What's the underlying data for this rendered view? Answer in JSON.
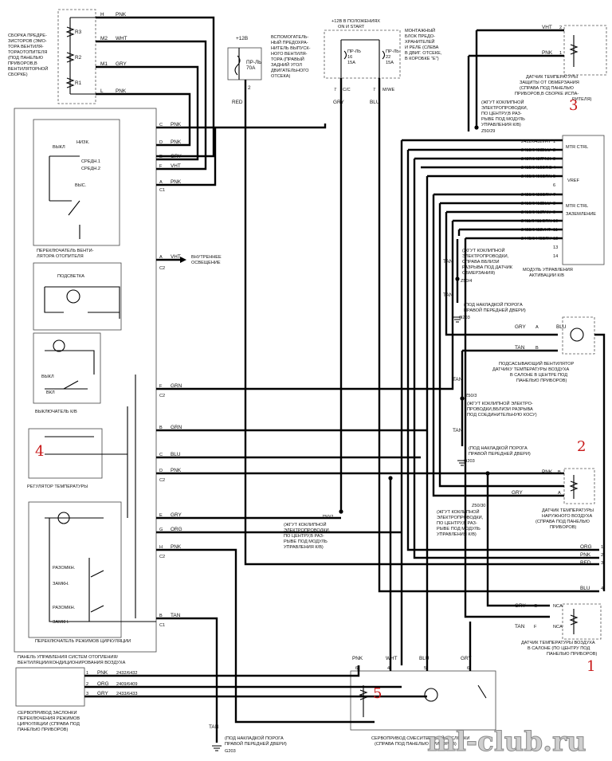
{
  "colors": {
    "wire": "#000000",
    "marker": "#c81818",
    "watermark": "#cfcfcf"
  },
  "markers": [
    "1",
    "2",
    "3",
    "4",
    "5"
  ],
  "watermark": "ml-club.ru",
  "resistor_pack": {
    "caption": [
      "СБОРКА ПРЕДРЕ-",
      "ЗИСТОРОВ (ЭМО-",
      "ТОРА ВЕНТИЛЯ-",
      "ТОРАОТОПИТЕЛЯ",
      "(ПОД ПАНЕЛЬЮ",
      "ПРИБОРОВ,В",
      "ВЕНТИЛЯТОРНОЙ",
      "СБОРКЕ)"
    ],
    "resistors": [
      "R3",
      "R2",
      "R1"
    ],
    "pins": [
      "H",
      "M2",
      "M1",
      "L"
    ],
    "wires": [
      "PNK",
      "WHT",
      "GRY",
      "PNK"
    ]
  },
  "aux_fuse": {
    "supply": "+12В",
    "fuse": [
      "ПР-ЛЬ",
      "70А"
    ],
    "caption": [
      "ВСПОМОГАТЕЛЬ-",
      "НЫЙ ПРЕДОХРА-",
      "НИТЕЛЬ ВЫПУСК-",
      "НОГО ВЕНТИЛЯ-",
      "ТОРА (ПРАВЫЙ",
      "ЗАДНИЙ УГОЛ",
      "ДВИГАТЕЛЬНОГО",
      "ОТСЕКА)"
    ],
    "pin": "2",
    "wire": "RED"
  },
  "fuse_box": {
    "title": [
      "+12В В ПОЛОЖЕНИЯХ",
      "ON И START"
    ],
    "fuse_a": [
      "ПР-ЛЬ",
      "16",
      "15А"
    ],
    "fuse_b": [
      "ПР-ЛЬ",
      "22",
      "15А"
    ],
    "caption": [
      "МОНТАЖНЫЙ",
      "БЛОК ПРЕДО-",
      "ХРАНИТЕЛЕЙ",
      "И РЕЛЕ (СЛЕВА",
      "В ДВИГ. ОТСЕКЕ,",
      "В КОРОБКЕ \"Е\")"
    ],
    "pins": [
      "7",
      "C/C",
      "7",
      "M/WE"
    ],
    "wires": [
      "GRY",
      "BLU"
    ]
  },
  "sensor_3": {
    "pins": [
      "2",
      "1"
    ],
    "wires": [
      "VHT",
      "PNK"
    ],
    "caption": [
      "ДАТЧИК ТЕМПЕРАТУРЫ",
      "ЗАЩИТЫ ОТ ОБМЕРЗАНИЯ",
      "(СПРАВА ПОД ПАНЕЛЬЮ",
      "ПРИБОРОВ,В СБОРКЕ ИСПА-",
      "РИТЕЛЯ)"
    ]
  },
  "harness_note_top": {
    "text": [
      "(ЖГУТ КОКЛИПНОЙ",
      "ЭЛЕКТРОПРОВОДКИ,",
      "ПО ЦЕНТРУ,В РАЗ-",
      "РЫВЕ ПОД МОДУЛЬ",
      "УПРАВЛЕНИЯ К/В)"
    ],
    "splice": "Z50/29"
  },
  "module": {
    "labels": [
      "MTR CTRL",
      "VREF",
      "MTR CTRL",
      "ЗАЗЕМЛЕНИЕ"
    ],
    "rows": [
      {
        "circuit": "2412/6432",
        "color": "VHT",
        "pin": "1"
      },
      {
        "circuit": "2413/6433",
        "color": "BLU",
        "pin": "2"
      },
      {
        "circuit": "2437/6437",
        "color": "PNK",
        "pin": "3"
      },
      {
        "circuit": "2415/6415",
        "color": "ORG",
        "pin": "4"
      },
      {
        "circuit": "2405/6406",
        "color": "GRN",
        "pin": "5"
      },
      {
        "circuit": "",
        "color": "",
        "pin": "6"
      },
      {
        "circuit": "2420/6420",
        "color": "GRY",
        "pin": "7"
      },
      {
        "circuit": "2419/6413",
        "color": "BLU",
        "pin": "8"
      },
      {
        "circuit": "2410/6418",
        "color": "TAN",
        "pin": "9"
      },
      {
        "circuit": "2411/6411",
        "color": "GRN",
        "pin": "10"
      },
      {
        "circuit": "2422/6422",
        "color": "VHT",
        "pin": "11"
      },
      {
        "circuit": "2445/6445",
        "color": "GRY",
        "pin": "12"
      },
      {
        "circuit": "",
        "color": "",
        "pin": "13"
      },
      {
        "circuit": "",
        "color": "",
        "pin": "14"
      }
    ],
    "caption": [
      "МОДУЛЬ УПРАВЛЕНИЯ",
      "АКТИВАЦИИ К/В"
    ]
  },
  "ground_note_1": {
    "wire": "TAN",
    "text": [
      "(ЖГУТ КОКЛИПНОЙ",
      "ЭЛЕКТРОПРОВОДКИ,",
      "СПРАВА ВБЛИЗИ",
      "РАЗРЫВА ПОД ДАТЧИК",
      "ОБМЕРЗАНИЯ)"
    ],
    "splice": "Z50/4",
    "ground_text": [
      "(ПОД НАКЛАДКОЙ ПОРОГА",
      "ПРАВОЙ ПЕРЕДНЕЙ ДВЕРИ)"
    ],
    "ground": "G203"
  },
  "aspirator": {
    "wires": [
      "GRY",
      "TAN"
    ],
    "pins": [
      "A",
      "B"
    ],
    "wire_right": "BLU",
    "caption": [
      "ПОДСАСЫВАЮЩИЙ ВЕНТИЛЯТОР",
      "ДАТЧИКУ ТЕМПЕРАТУРЫ ВОЗДУХА",
      "В САЛОНЕ В ЦЕНТРЕ ПОД",
      "ПАНЕЛЬЮ ПРИБОРОВ)"
    ]
  },
  "ground_note_2": {
    "wire": "TAN",
    "splice": "Z50/3",
    "text": [
      "(ЖГУТ КОКЛИПНОЙ ЭЛЕКТРО-",
      "ПРОВОДКИ,ВБЛИЗИ РАЗРЫВА",
      "ПОД СОЕДИНИТЕЛЬНУЮ КОСУ)"
    ],
    "ground_text": [
      "(ПОД НАКЛАДКОЙ ПОРОГА",
      "ПРАВОЙ ПЕРЕДНЕЙ ДВЕРИ)"
    ],
    "ground": "G203"
  },
  "outside_sensor": {
    "wires": [
      "PNK",
      "GRY"
    ],
    "pins": [
      "B",
      "A"
    ],
    "caption": [
      "ДАТЧИК ТЕМПЕРАТУРЫ",
      "НАРУЖНОГО ВОЗДУХА",
      "(СПРАВА ПОД ПАНЕЛЬЮ",
      "ПРИБОРОВ)"
    ]
  },
  "harness_note_right": {
    "splice": "Z50/30",
    "text": [
      "(ЖГУТ КОКЛИПНОЙ",
      "ЭЛЕКТРОПРОВОДКИ,",
      "ПО ЦЕНТРУ,В РАЗ-",
      "РЫВЕ ПОД МОДУЛЬ",
      "УПРАВЛЕНИЯ К/В)"
    ]
  },
  "harness_note_mid": {
    "splice": "Z50/2",
    "text": [
      "(ЖГУТ КОКЛИПНОЙ",
      "ЭЛЕКТРОПРОВОДКИ,",
      "ПО ЦЕНТРУ,В РАЗ-",
      "РЫВЕ ПОД МОДУЛЬ",
      "УПРАВЛЕНИЯ К/В)"
    ]
  },
  "exits": [
    {
      "color": "ORG",
      "num": "1"
    },
    {
      "color": "PNK",
      "num": "2"
    },
    {
      "color": "RED",
      "num": "3"
    },
    {
      "color": "BLU",
      "num": "4"
    }
  ],
  "cabin_sensor": {
    "wires": [
      "GRY",
      "TAN"
    ],
    "pins": [
      "G",
      "F"
    ],
    "nca": [
      "NCA",
      "NCA"
    ],
    "caption": [
      "ДАТЧИК ТЕМПЕРАТУРЫ ВОЗДУХА",
      "В САЛОНЕ (ПО ЦЕНТРУ ПОД",
      "ПАНЕЛЬЮ ПРИБОРОВ)"
    ]
  },
  "blend_actuator": {
    "wires": [
      "PNK",
      "WHT",
      "BLU",
      "GRY"
    ],
    "pins": [
      "6",
      "4",
      "5",
      "6"
    ],
    "caption": [
      "СЕРВОПРИВОД СМЕСИТЕЛЬНОЙ ЗАСЛОНКИ",
      "(СПРАВА ПОД ПАНЕЛЬЮ ПРИБОРОВ)"
    ]
  },
  "control_panel": {
    "caption": [
      "ПАНЕЛЬ УПРАВЛЕНИЯ СИСТЕМ ОТОПЛЕНИЯ/",
      "ВЕНТИЛЯЦИИ/КОНДИЦИОНИРОВАНИЯ ВОЗДУХА"
    ],
    "fan_switch": {
      "positions": [
        "ВЫКЛ",
        "НИЗК.",
        "СРЕДН.1",
        "СРЕДН.2",
        "ВЫС."
      ],
      "caption": [
        "ПЕРЕКЛЮЧАТЕЛЬ ВЕНТИ-",
        "ЛЯТОРА ОТОПИТЕЛЯ"
      ]
    },
    "illumination": "ПОДСВЕТКА",
    "ac_switch": {
      "positions": [
        "ВЫКЛ",
        "ВКЛ"
      ],
      "caption": "ВЫКЛЮЧАТЕЛЬ К/В"
    },
    "temp_regulator": "РЕГУЛЯТОР ТЕМПЕРАТУРЫ",
    "recirc_switch": {
      "positions": [
        "РАЗОМКН.",
        "ЗАМКН.",
        "РАЗОМКН.",
        "ЗАМКН."
      ],
      "caption": "ПЕРЕКЛЮЧАТЕЛЬ РЕЖИМОВ ЦИРКУЛЯЦИИ"
    },
    "pins": [
      {
        "pin": "C",
        "color": "PNK"
      },
      {
        "pin": "D",
        "color": "PNK"
      },
      {
        "pin": "E",
        "color": "GRY"
      },
      {
        "pin": "F",
        "color": "VHT"
      },
      {
        "pin": "A",
        "color": "PNK",
        "conn": "C1"
      },
      {
        "pin": "A",
        "color": "VHT",
        "conn": "C2"
      },
      {
        "pin": "F",
        "color": "GRN",
        "conn": "C2"
      },
      {
        "pin": "B",
        "color": "GRN"
      },
      {
        "pin": "C",
        "color": "BLU"
      },
      {
        "pin": "D",
        "color": "PNK",
        "conn": "C2"
      },
      {
        "pin": "E",
        "color": "GRY"
      },
      {
        "pin": "G",
        "color": "ORG"
      },
      {
        "pin": "H",
        "color": "PNK",
        "conn": "C2"
      },
      {
        "pin": "B",
        "color": "TAN",
        "conn": "C1"
      }
    ],
    "interior_light": [
      "ВНУТРЕННЕЕ",
      "ОСВЕЩЕНИЕ"
    ]
  },
  "mode_actuator": {
    "rows": [
      {
        "pin": "1",
        "color": "PNK",
        "circuit": "2432/6432"
      },
      {
        "pin": "2",
        "color": "ORG",
        "circuit": "2409/6409"
      },
      {
        "pin": "3",
        "color": "GRY",
        "circuit": "2433/6433"
      }
    ],
    "caption": [
      "СЕРВОПРИВОД ЗАСЛОНКИ",
      "ПЕРЕКЛЮЧЕНИЯ РЕЖИМОВ",
      "ЦИРКУЛЯЦИИ (СПРАВА ПОД",
      "ПАНЕЛЬЮ ПРИБОРОВ)"
    ]
  },
  "ground_bottom": {
    "wire": "TAN",
    "text": [
      "(ПОД НАКЛАДКОЙ ПОРОГА",
      "ПРАВОЙ ПЕРЕДНЕЙ ДВЕРИ)"
    ],
    "ground": "G203"
  }
}
